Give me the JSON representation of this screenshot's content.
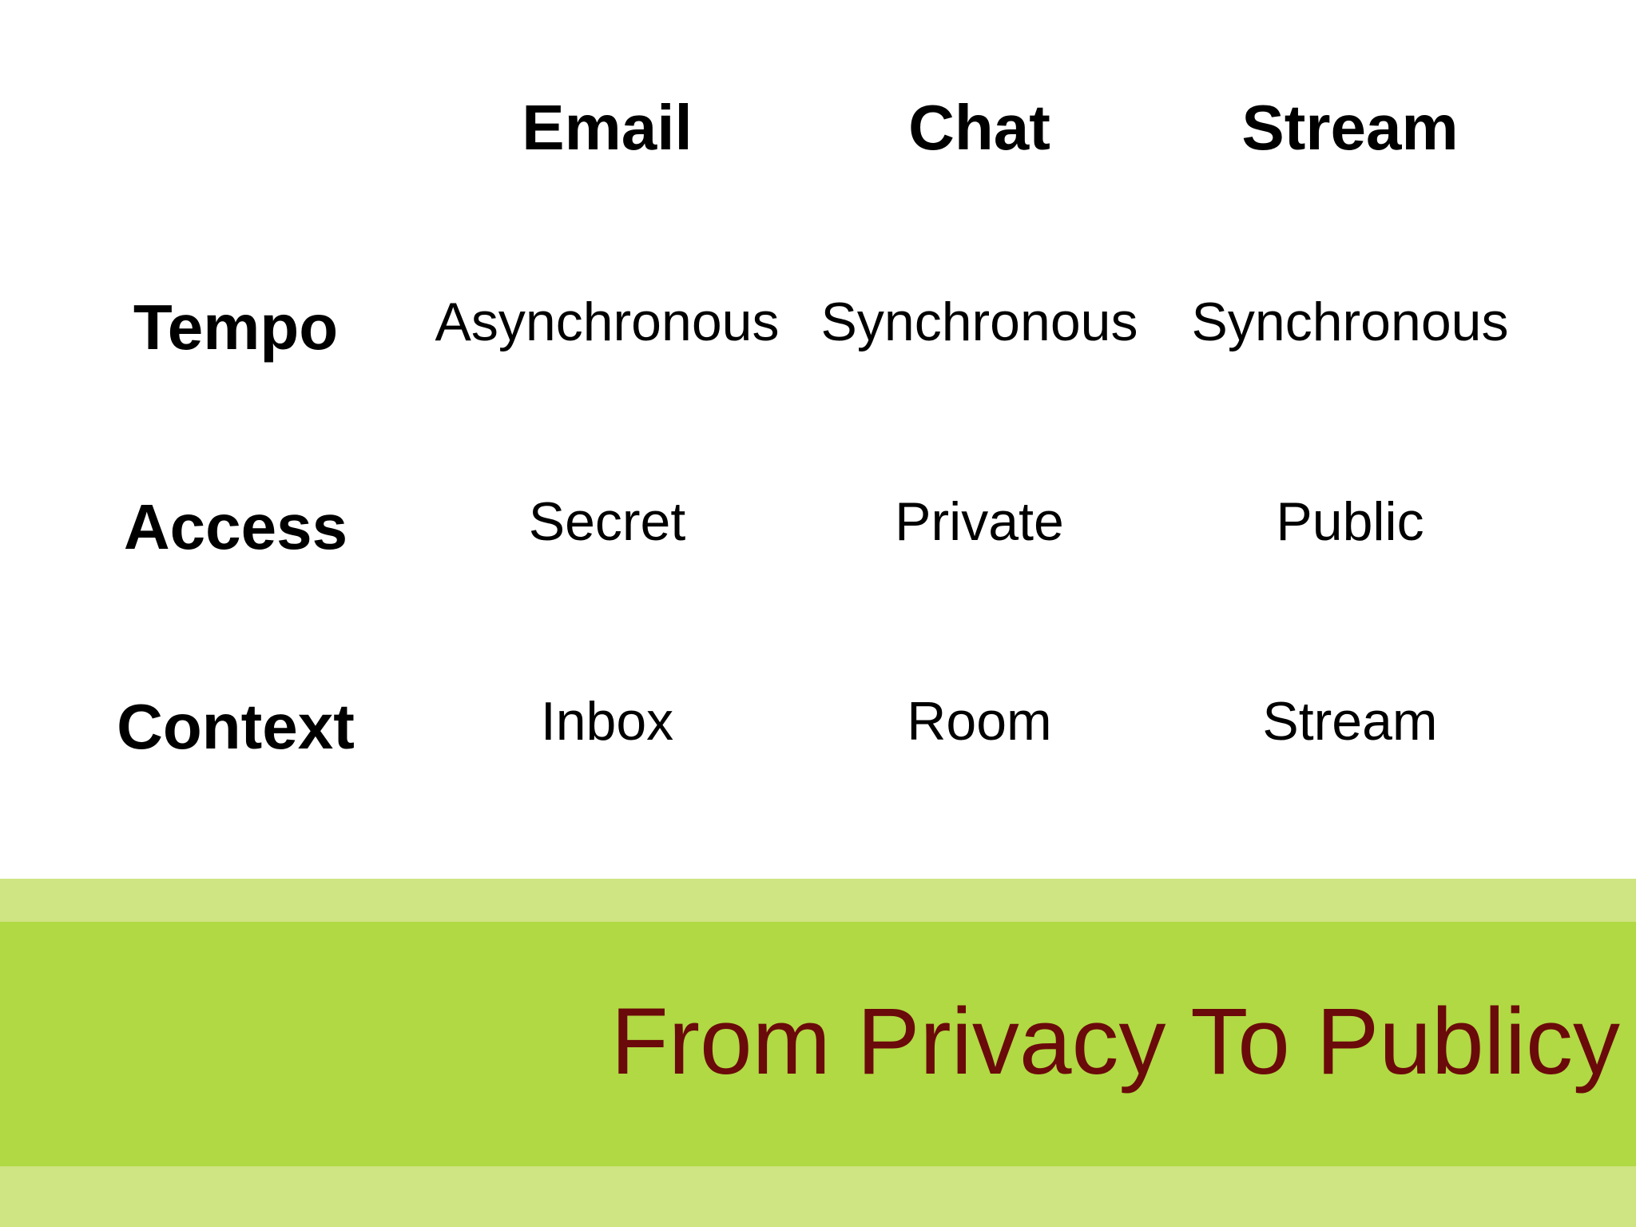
{
  "table": {
    "columns": [
      "Email",
      "Chat",
      "Stream"
    ],
    "rows": [
      {
        "label": "Tempo",
        "values": [
          "Asynchronous",
          "Synchronous",
          "Synchronous"
        ]
      },
      {
        "label": "Access",
        "values": [
          "Secret",
          "Private",
          "Public"
        ]
      },
      {
        "label": "Context",
        "values": [
          "Inbox",
          "Room",
          "Stream"
        ]
      }
    ]
  },
  "footer": {
    "title": "From Privacy To Publicy"
  },
  "colors": {
    "band_light": "#cfe483",
    "band_main": "#b0d943",
    "title_text": "#6b0a0a",
    "text": "#000000"
  }
}
